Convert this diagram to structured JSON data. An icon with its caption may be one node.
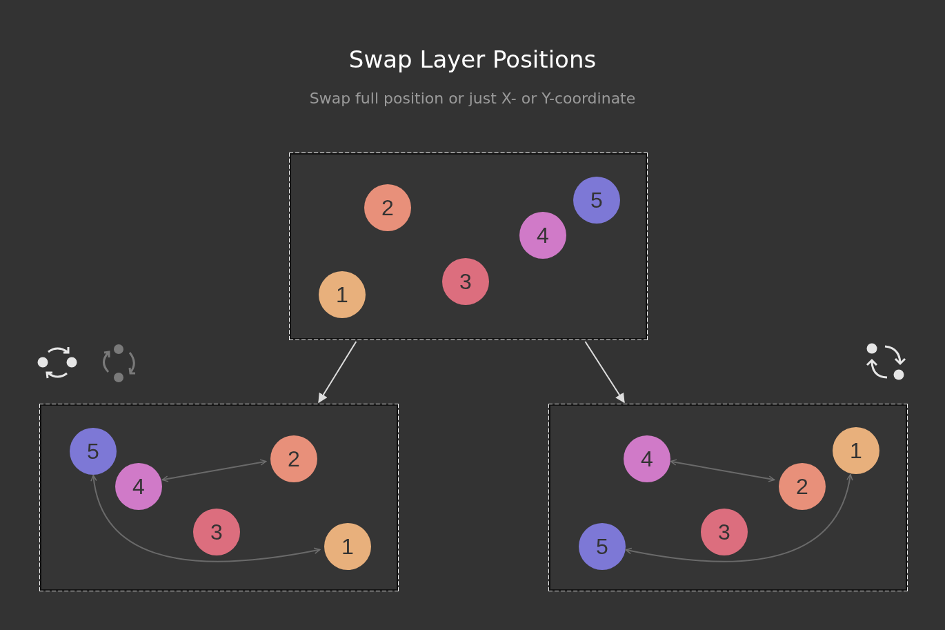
{
  "diagram": {
    "title": "Swap Layer Positions",
    "nodes": [
      {
        "text": [],
        "shape": "box"
      },
      {
        "text": [
          "5"
        ],
        "in": 0
      },
      {
        "text": [
          "2"
        ],
        "in": 0
      },
      {
        "text": [
          "4"
        ],
        "in": 0
      },
      {
        "text": [
          "3"
        ],
        "in": 0
      },
      {
        "text": [
          "1"
        ],
        "in": 0
      },
      {
        "text": [],
        "shape": "box"
      },
      {
        "text": [
          "5"
        ],
        "in": 6
      },
      {
        "text": [
          "2"
        ],
        "in": 6
      },
      {
        "text": [
          "4"
        ],
        "in": 6
      },
      {
        "text": [
          "3"
        ],
        "in": 6
      },
      {
        "text": [
          "1"
        ],
        "in": 6
      },
      {
        "text": [],
        "shape": "box"
      },
      {
        "text": [
          "1"
        ],
        "in": 12
      },
      {
        "text": [
          "4"
        ],
        "in": 12
      },
      {
        "text": [
          "2"
        ],
        "in": 12
      },
      {
        "text": [
          "3"
        ],
        "in": 12
      },
      {
        "text": [
          "5"
        ],
        "in": 12
      }
    ],
    "edges": [
      {
        "from": 0,
        "to": 6,
        "arrow": "to",
        "color": "#dddddd"
      },
      {
        "from": 0,
        "to": 12,
        "arrow": "to",
        "color": "#dddddd"
      },
      {
        "from": 9,
        "to": 8,
        "arrow": "both"
      },
      {
        "from": 7,
        "to": 11,
        "arrow": "both"
      },
      {
        "from": 14,
        "to": 15,
        "arrow": "both"
      },
      {
        "from": 17,
        "to": 13,
        "arrow": "both"
      }
    ],
    "labels": [
      "Swap full position or just X- or Y-coordinate"
    ]
  }
}
